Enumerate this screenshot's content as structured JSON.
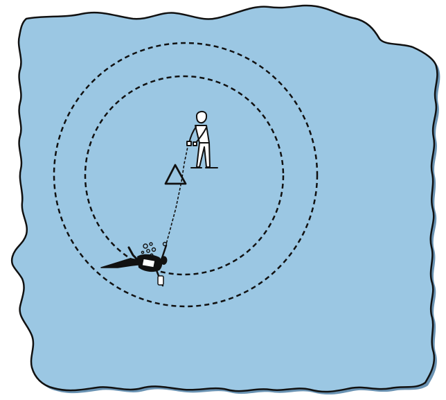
{
  "diagram": {
    "colors": {
      "water": "#9bc7e3",
      "water_shadow": "#6a93b3",
      "ink": "#111111",
      "background": "#ffffff"
    },
    "elements": {
      "water_area": "water-area",
      "outer_circle": "outer-search-circle",
      "inner_circle": "inner-search-circle",
      "reference_marker": "triangle-marker-icon",
      "tender": "tender-figure-icon",
      "tether": "tether-line",
      "diver": "diver-figure-icon",
      "bubbles": "bubbles-icon"
    }
  }
}
